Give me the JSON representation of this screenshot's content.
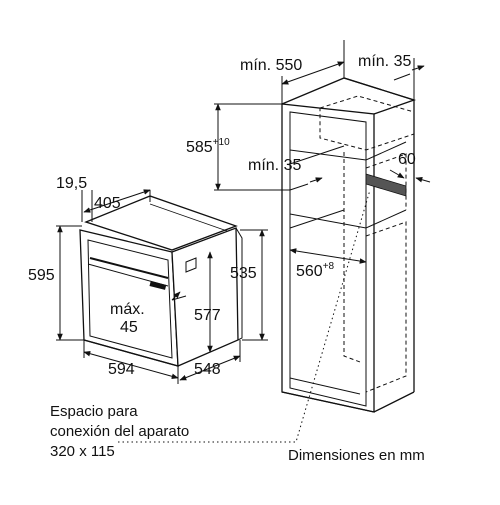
{
  "oven": {
    "dim_19_5": "19,5",
    "dim_405": "405",
    "dim_595": "595",
    "dim_535": "535",
    "dim_577": "577",
    "max_label": "máx.",
    "max_value": "45",
    "dim_594": "594",
    "dim_548": "548"
  },
  "cabinet": {
    "min_550": "mín. 550",
    "min_35_top": "mín. 35",
    "dim_585": "585",
    "dim_585_sup": "+10",
    "min_35_mid": "mín. 35",
    "dim_60": "60",
    "dim_560": "560",
    "dim_560_sup": "+8"
  },
  "notes": {
    "space_line1": "Espacio para",
    "space_line2": "conexión del aparato",
    "space_line3": "320 x 115",
    "units": "Dimensiones en mm"
  }
}
